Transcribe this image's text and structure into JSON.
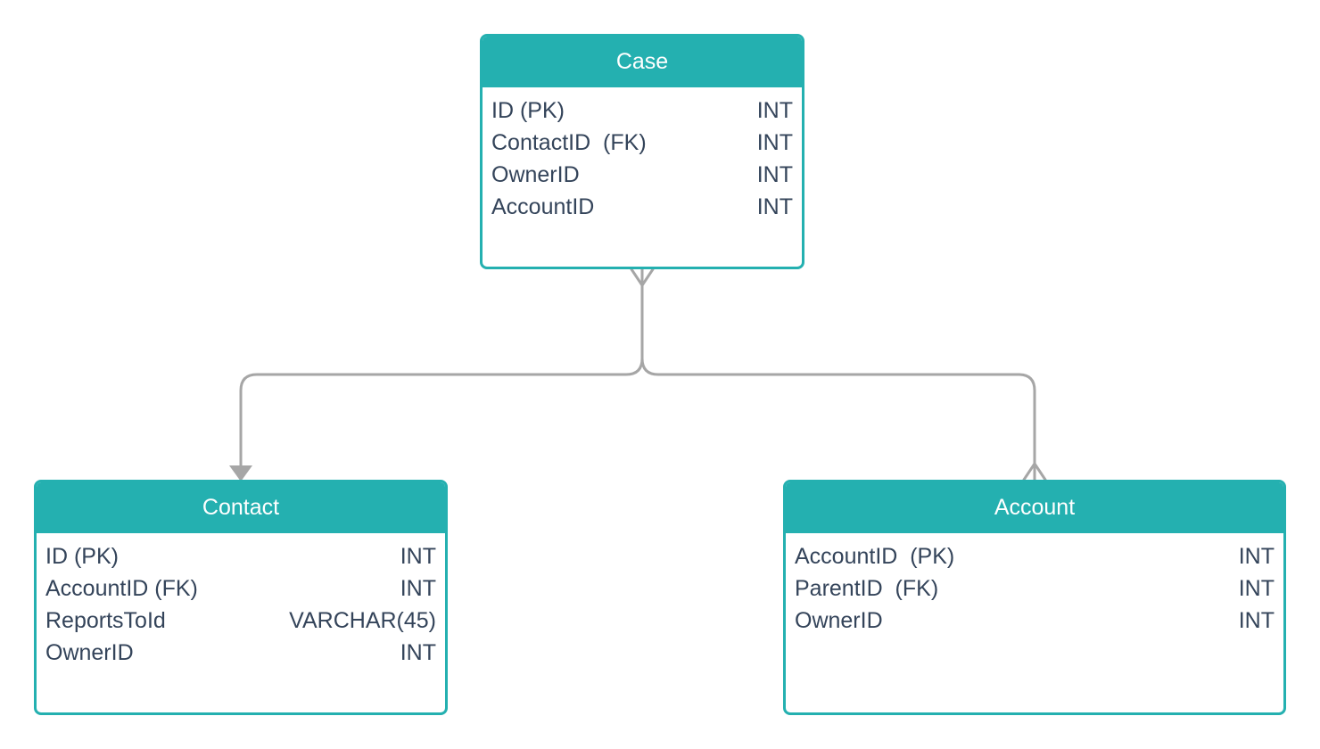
{
  "colors": {
    "entity_accent": "#24b0b0",
    "header_text": "#ffffff",
    "field_text": "#34445a",
    "connector": "#a6a6a6"
  },
  "entities": {
    "case": {
      "title": "Case",
      "fields": [
        {
          "name": "ID (PK)",
          "type": "INT"
        },
        {
          "name": "ContactID  (FK)",
          "type": "INT"
        },
        {
          "name": "OwnerID",
          "type": "INT"
        },
        {
          "name": "AccountID",
          "type": "INT"
        }
      ]
    },
    "contact": {
      "title": "Contact",
      "fields": [
        {
          "name": "ID (PK)",
          "type": "INT"
        },
        {
          "name": "AccountID (FK)",
          "type": "INT"
        },
        {
          "name": "ReportsToId",
          "type": "VARCHAR(45)"
        },
        {
          "name": "OwnerID",
          "type": "INT"
        }
      ]
    },
    "account": {
      "title": "Account",
      "fields": [
        {
          "name": "AccountID  (PK)",
          "type": "INT"
        },
        {
          "name": "ParentID  (FK)",
          "type": "INT"
        },
        {
          "name": "OwnerID",
          "type": "INT"
        }
      ]
    }
  },
  "relationships": [
    {
      "from": "Case",
      "to": "Contact",
      "case_end": "many",
      "contact_end": "one-arrow"
    },
    {
      "from": "Case",
      "to": "Account",
      "case_end": "many",
      "account_end": "many"
    }
  ]
}
